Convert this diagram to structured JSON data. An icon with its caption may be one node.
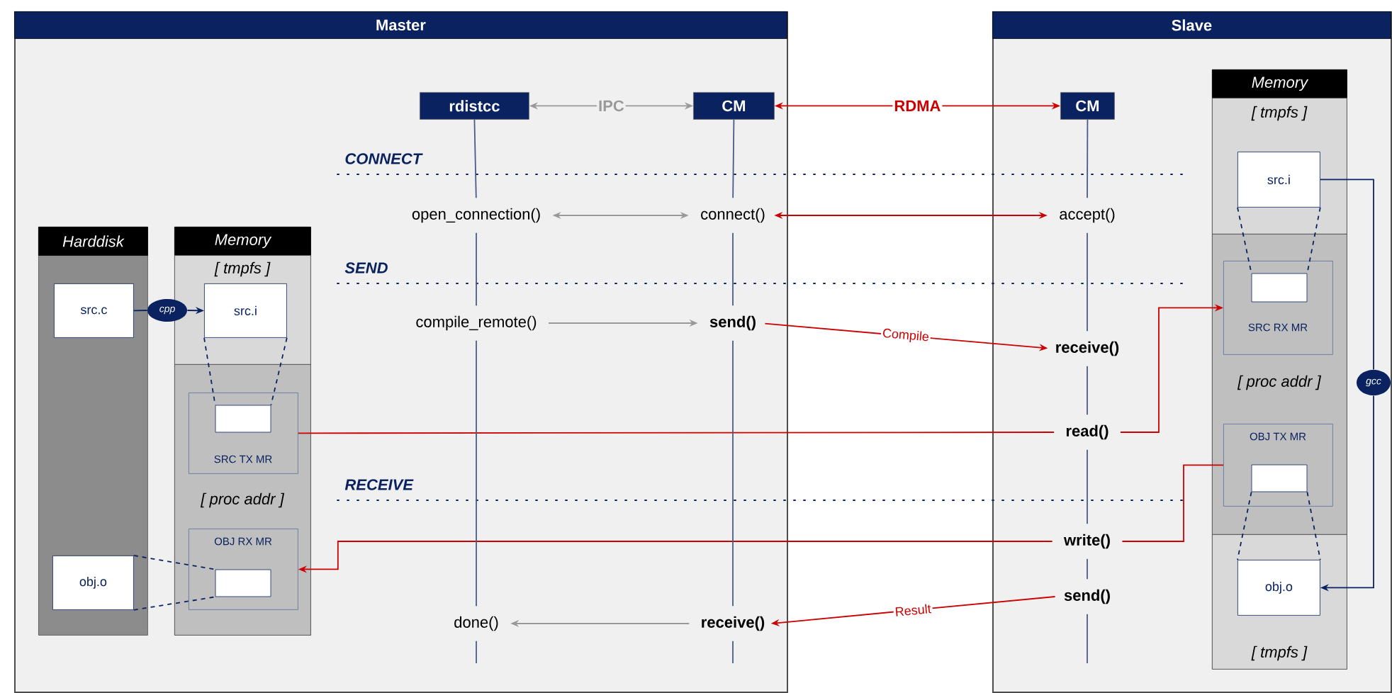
{
  "diagram": {
    "nodes": [
      {
        "text": [
          "Master"
        ]
      },
      {
        "text": [
          "Slave"
        ]
      },
      {
        "text": [
          "Harddisk"
        ],
        "in": 0
      },
      {
        "text": [
          "Memory"
        ],
        "in": 0
      },
      {
        "text": [
          "[ tmpfs ]"
        ],
        "in": 3
      },
      {
        "text": [
          "[ proc addr ]"
        ],
        "in": 3
      },
      {
        "text": [
          "src.c"
        ],
        "in": 2
      },
      {
        "text": [
          "cpp"
        ],
        "in": 0
      },
      {
        "text": [
          "src.i"
        ],
        "in": 4
      },
      {
        "text": [
          "SRC TX MR"
        ],
        "in": 5
      },
      {
        "text": [],
        "shape": "box",
        "in": 9
      },
      {
        "text": [
          "OBJ RX MR"
        ],
        "in": 5
      },
      {
        "text": [],
        "shape": "box",
        "in": 11
      },
      {
        "text": [
          "obj.o"
        ],
        "in": 2
      },
      {
        "text": [
          "rdistcc"
        ],
        "in": 0
      },
      {
        "text": [
          "CM"
        ],
        "in": 0
      },
      {
        "text": [
          "CM"
        ],
        "in": 1
      },
      {
        "text": [
          "open_connection()"
        ],
        "in": 0
      },
      {
        "text": [
          "connect()"
        ],
        "in": 0
      },
      {
        "text": [
          "accept()"
        ],
        "in": 1
      },
      {
        "text": [
          "compile_remote()"
        ],
        "in": 0
      },
      {
        "text": [
          "send()"
        ],
        "in": 0
      },
      {
        "text": [
          "receive()"
        ],
        "in": 1
      },
      {
        "text": [
          "read()"
        ],
        "in": 1
      },
      {
        "text": [
          "write()"
        ],
        "in": 1
      },
      {
        "text": [
          "send()"
        ],
        "in": 1
      },
      {
        "text": [
          "done()"
        ],
        "in": 0
      },
      {
        "text": [
          "receive()"
        ],
        "in": 0
      },
      {
        "text": [
          "Memory"
        ],
        "in": 1
      },
      {
        "text": [
          "[ tmpfs ]"
        ],
        "in": 28
      },
      {
        "text": [
          "[ proc addr ]"
        ],
        "in": 28
      },
      {
        "text": [
          "[ tmpfs ]"
        ],
        "in": 28
      },
      {
        "text": [
          "src.i"
        ],
        "in": 29
      },
      {
        "text": [
          "SRC RX MR"
        ],
        "in": 30
      },
      {
        "text": [],
        "shape": "box",
        "in": 33
      },
      {
        "text": [
          "OBJ TX MR"
        ],
        "in": 30
      },
      {
        "text": [],
        "shape": "box",
        "in": 35
      },
      {
        "text": [
          "obj.o"
        ],
        "in": 31
      },
      {
        "text": [
          "gcc"
        ],
        "in": 1
      }
    ],
    "edges": [
      {
        "from": 14,
        "to": 15,
        "arrow": "both",
        "label": "IPC",
        "color": "#999999"
      },
      {
        "from": 15,
        "to": 16,
        "arrow": "both",
        "label": "RDMA",
        "color": "#cc0000"
      },
      {
        "from": 17,
        "to": 18,
        "arrow": "both",
        "color": "#999999"
      },
      {
        "from": 18,
        "to": 19,
        "arrow": "both",
        "color": "#cc0000"
      },
      {
        "from": 20,
        "to": 21,
        "arrow": "to",
        "color": "#999999"
      },
      {
        "from": 21,
        "to": 22,
        "arrow": "to",
        "label": "Compile",
        "color": "#cc0000"
      },
      {
        "from": 9,
        "to": 23,
        "arrow": "none",
        "color": "#cc0000"
      },
      {
        "from": 23,
        "to": 33,
        "arrow": "to",
        "color": "#cc0000"
      },
      {
        "from": 35,
        "to": 24,
        "arrow": "none",
        "color": "#cc0000"
      },
      {
        "from": 24,
        "to": 11,
        "arrow": "to",
        "color": "#cc0000"
      },
      {
        "from": 25,
        "to": 27,
        "arrow": "to",
        "label": "Result",
        "color": "#cc0000"
      },
      {
        "from": 27,
        "to": 26,
        "arrow": "to",
        "color": "#999999"
      },
      {
        "from": 6,
        "to": 7,
        "arrow": "none",
        "color": "#0a2360"
      },
      {
        "from": 7,
        "to": 8,
        "arrow": "to",
        "color": "#0a2360"
      },
      {
        "from": 8,
        "to": 10,
        "arrow": "none",
        "style": "dashed",
        "color": "#0a2360"
      },
      {
        "from": 13,
        "to": 12,
        "arrow": "none",
        "style": "dashed",
        "color": "#0a2360"
      },
      {
        "from": 32,
        "to": 34,
        "arrow": "none",
        "style": "dashed",
        "color": "#0a2360"
      },
      {
        "from": 36,
        "to": 37,
        "arrow": "none",
        "style": "dashed",
        "color": "#0a2360"
      },
      {
        "from": 32,
        "to": 38,
        "arrow": "none",
        "color": "#0a2360"
      },
      {
        "from": 38,
        "to": 37,
        "arrow": "to",
        "color": "#0a2360"
      },
      {
        "from": 14,
        "to": 17,
        "arrow": "none"
      },
      {
        "from": 17,
        "to": 20,
        "arrow": "none"
      },
      {
        "from": 20,
        "to": 26,
        "arrow": "none"
      },
      {
        "from": 26,
        "to": null,
        "arrow": "none"
      },
      {
        "from": 15,
        "to": 18,
        "arrow": "none"
      },
      {
        "from": 18,
        "to": 21,
        "arrow": "none"
      },
      {
        "from": 21,
        "to": 27,
        "arrow": "none"
      },
      {
        "from": 27,
        "to": null,
        "arrow": "none"
      },
      {
        "from": 16,
        "to": 19,
        "arrow": "none"
      },
      {
        "from": 19,
        "to": 22,
        "arrow": "none"
      },
      {
        "from": 22,
        "to": 23,
        "arrow": "none"
      },
      {
        "from": 23,
        "to": 24,
        "arrow": "none"
      },
      {
        "from": 24,
        "to": 25,
        "arrow": "none"
      },
      {
        "from": 25,
        "to": null,
        "arrow": "none"
      },
      {
        "from": 8,
        "to": 10,
        "arrow": "none",
        "style": "dashed",
        "color": "#0a2360"
      },
      {
        "from": 13,
        "to": 12,
        "arrow": "none",
        "style": "dashed",
        "color": "#0a2360"
      },
      {
        "from": 32,
        "to": 34,
        "arrow": "none",
        "style": "dashed",
        "color": "#0a2360"
      },
      {
        "from": 36,
        "to": 37,
        "arrow": "none",
        "style": "dashed",
        "color": "#0a2360"
      }
    ],
    "labels": [
      "CONNECT",
      "SEND",
      "RECEIVE"
    ]
  }
}
